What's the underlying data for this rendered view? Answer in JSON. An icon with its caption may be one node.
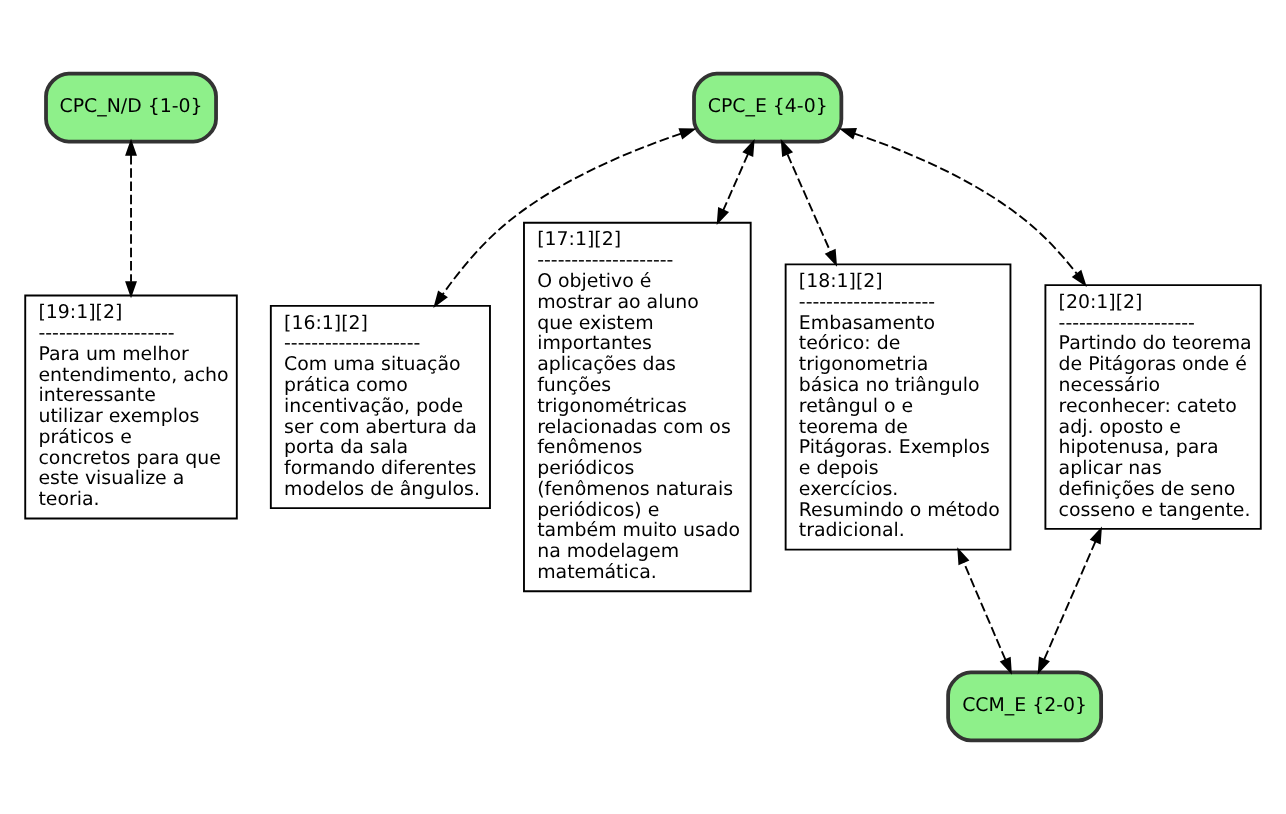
{
  "diagram": {
    "nodes": [
      {
        "text": [
          "CPC_N/D {1-0}"
        ]
      },
      {
        "text": [
          "CPC_E {4-0}"
        ]
      },
      {
        "text": [
          "[19:1][2]",
          "--------------------",
          "Para um melhor entendimento, acho interessante utilizar exemplos práticos e concretos para que este visualize a teoria."
        ]
      },
      {
        "text": [
          "[16:1][2]",
          "--------------------",
          "Com uma situação prática como incentivação, pode ser com abertura da porta da sala formando diferentes modelos de ângulos."
        ]
      },
      {
        "text": [
          "[17:1][2]",
          "--------------------",
          "O objetivo é mostrar ao aluno que existem importantes aplicações das funções trigonométricas relacionadas com os fenômenos periódicos (fenômenos naturais periódicos) e também muito usado na modelagem matemática."
        ]
      },
      {
        "text": [
          "[18:1][2]",
          "--------------------",
          "Embasamento teórico: de trigonometria básica no triângulo retângul o e teorema de Pitágoras. Exemplos e depois exercícios. Resumindo o método tradicional."
        ]
      },
      {
        "text": [
          "[20:1][2]",
          "--------------------",
          "Partindo do teorema de Pitágoras onde é necessário reconhecer: cateto adj. oposto e hipotenusa, para aplicar nas definições de seno cosseno e tangente."
        ]
      },
      {
        "text": [
          "CCM_E {2-0}"
        ]
      }
    ],
    "edges": [
      {
        "from": 0,
        "to": 2,
        "arrow": "both",
        "style": "dashed"
      },
      {
        "from": 1,
        "to": 3,
        "arrow": "both",
        "style": "dashed"
      },
      {
        "from": 1,
        "to": 4,
        "arrow": "both",
        "style": "dashed"
      },
      {
        "from": 1,
        "to": 5,
        "arrow": "both",
        "style": "dashed"
      },
      {
        "from": 1,
        "to": 6,
        "arrow": "both",
        "style": "dashed"
      },
      {
        "from": 7,
        "to": 5,
        "arrow": "both",
        "style": "dashed"
      },
      {
        "from": 7,
        "to": 6,
        "arrow": "both",
        "style": "dashed"
      }
    ]
  }
}
